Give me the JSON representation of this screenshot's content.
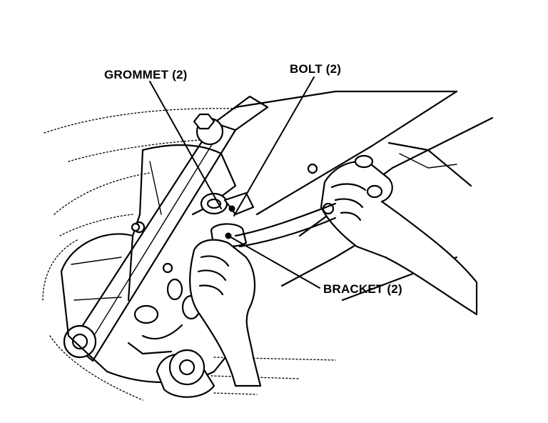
{
  "labels": {
    "grommet": "GROMMET (2)",
    "bolt": "BOLT (2)",
    "bracket": "BRACKET (2)"
  },
  "colors": {
    "ink": "#000000",
    "paper": "#ffffff"
  }
}
